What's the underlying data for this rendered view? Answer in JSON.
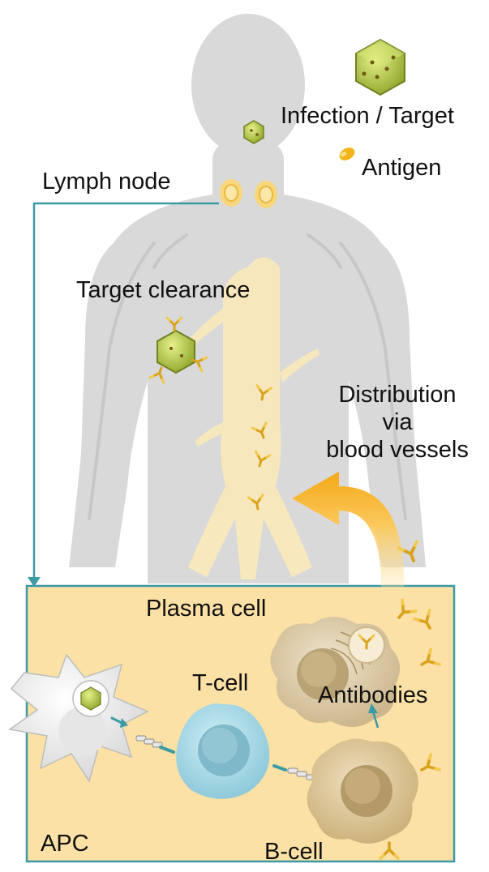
{
  "labels": {
    "infection_target": "Infection / Target",
    "antigen": "Antigen",
    "lymph_node": "Lymph node",
    "target_clearance": "Target clearance",
    "distribution_line1": "Distribution",
    "distribution_line2": "via",
    "distribution_line3": "blood vessels",
    "plasma_cell": "Plasma cell",
    "t_cell": "T-cell",
    "antibodies": "Antibodies",
    "apc": "APC",
    "b_cell": "B-cell"
  },
  "colors": {
    "body_silhouette": "#d9d9d9",
    "blood_vessels": "#fbe9b9",
    "panel_fill": "#fbe1a6",
    "panel_border": "#3b9aa4",
    "arrow_teal": "#3b9aa4",
    "antigen": "#f2b41a",
    "virus": "#b8cf3d",
    "t_cell": "#a6d8e4",
    "b_cell": "#d8bf8c",
    "plasma_cell": "#d9c6a0",
    "apc": "#eeeeee",
    "distribution_arrow": "#f7b022"
  },
  "icons": {
    "virus": "virus-icon",
    "antigen": "antigen-icon",
    "antibody": "antibody-icon"
  }
}
